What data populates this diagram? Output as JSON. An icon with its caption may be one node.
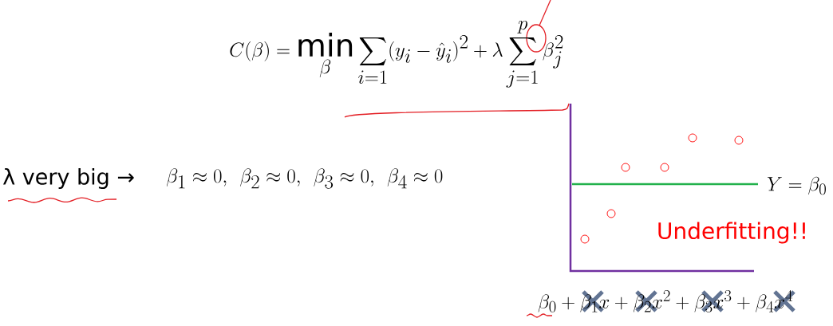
{
  "diagram": {
    "labels": [
      "C(\\beta) = \\min_{\\beta} \\sum_{i=1} (y_i - \\hat{y}_i)^2 + \\lambda \\sum_{j=1}^{p} \\beta_j^2",
      "λ very big →",
      "\\beta_1 \\approx 0,\\ \\beta_2 \\approx 0,\\ \\beta_3 \\approx 0,\\ \\beta_4 \\approx 0",
      "Y = \\beta_0",
      "Underfitting!!",
      "\\beta_0 + \\beta_1 x + \\beta_2 x^2 + \\beta_3 x^3 + \\beta_4 x^4"
    ]
  }
}
